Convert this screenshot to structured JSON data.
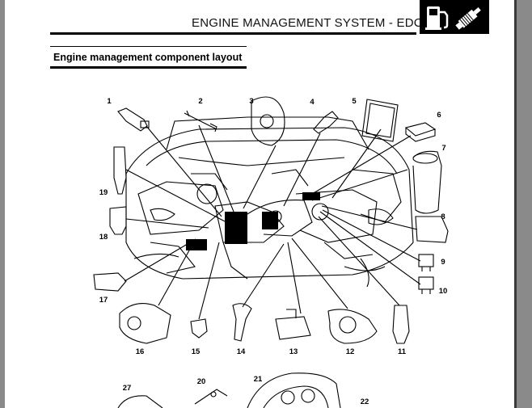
{
  "header": {
    "title": "ENGINE MANAGEMENT SYSTEM - EDC",
    "icons": [
      "fuel-pump-icon",
      "fuel-injector-icon"
    ]
  },
  "section": {
    "heading": "Engine management component layout"
  },
  "diagram": {
    "callouts": [
      "1",
      "2",
      "3",
      "4",
      "5",
      "6",
      "7",
      "8",
      "9",
      "10",
      "11",
      "12",
      "13",
      "14",
      "15",
      "16",
      "17",
      "18",
      "19",
      "20",
      "21",
      "22",
      "27"
    ]
  }
}
